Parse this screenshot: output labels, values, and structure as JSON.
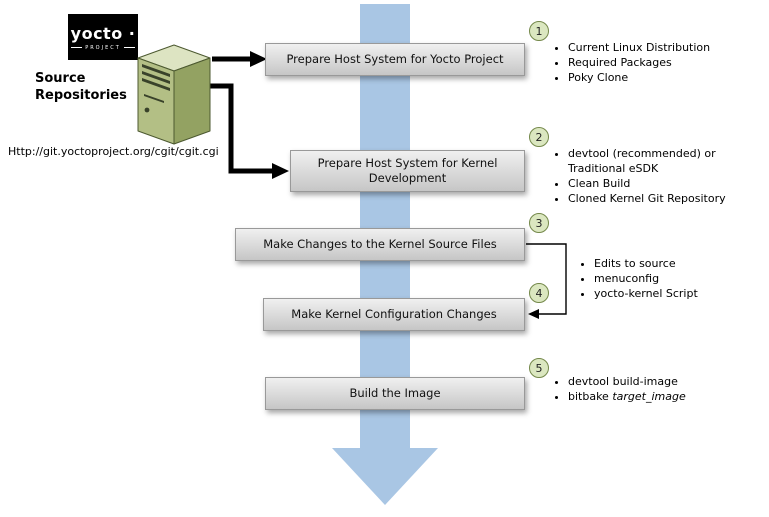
{
  "colors": {
    "arrow_blue": "#a9c6e4",
    "box_top": "#f0f0f0",
    "box_bottom": "#c6c6c6",
    "box_border": "#999999",
    "box_text": "#111111",
    "circle_bg": "#dbe7c0",
    "circle_border": "#74884a",
    "server_front": "#b3bf85",
    "server_side": "#93a262",
    "server_top": "#dde4c2",
    "server_stroke": "#4c5930",
    "server_detail": "#39422a",
    "logo_bg": "#000000",
    "connector": "#000000"
  },
  "logo": {
    "brand": "yocto ·",
    "sub": "PROJECT"
  },
  "source": {
    "title": "Source\nRepositories",
    "url": "Http://git.yoctoproject.org/cgit/cgit.cgi"
  },
  "steps": [
    {
      "num": "1",
      "label": "Prepare Host System for Yocto Project",
      "bullets": [
        "Current Linux Distribution",
        "Required Packages",
        "Poky Clone"
      ]
    },
    {
      "num": "2",
      "label": "Prepare Host System for Kernel Development",
      "bullets": [
        "devtool (recommended) or Traditional eSDK",
        "Clean Build",
        "Cloned Kernel Git Repository"
      ]
    },
    {
      "num": "3",
      "label": "Make Changes to the Kernel Source Files",
      "bullets": []
    },
    {
      "num": "4",
      "label": "Make Kernel Configuration Changes",
      "bullets": []
    },
    {
      "num": "5",
      "label": "Build the Image",
      "bullets": [
        "devtool build-image",
        {
          "plain": "bitbake ",
          "italic": "target_image"
        }
      ]
    }
  ],
  "shared_bullets_34": [
    "Edits to source",
    "menuconfig",
    "yocto-kernel Script"
  ]
}
